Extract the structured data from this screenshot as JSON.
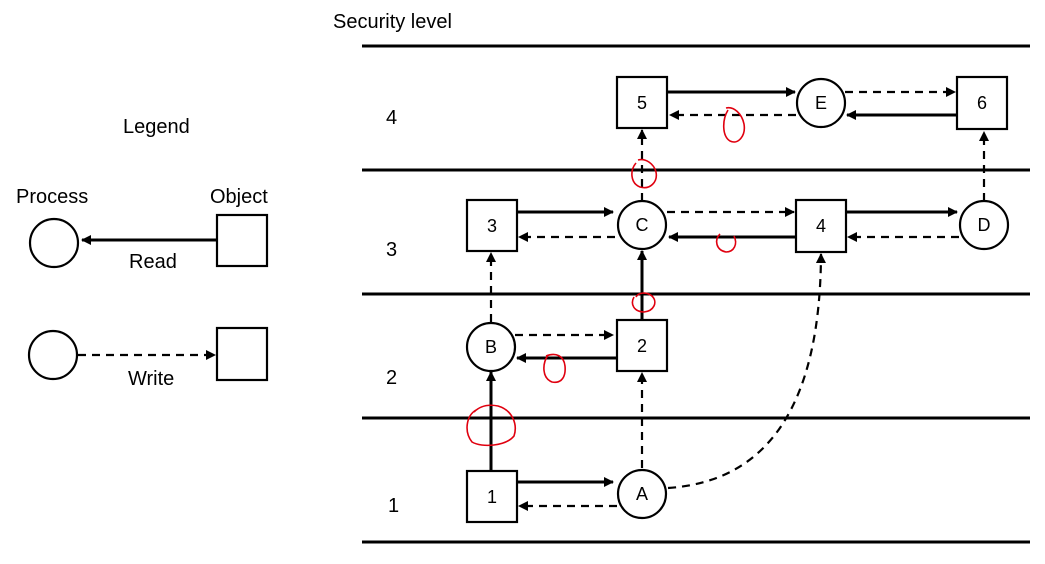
{
  "diagram": {
    "title": "Security level",
    "levels": [
      "4",
      "3",
      "2",
      "1"
    ],
    "legend": {
      "title": "Legend",
      "process_label": "Process",
      "object_label": "Object",
      "read_label": "Read",
      "write_label": "Write"
    },
    "nodes": {
      "obj1": "1",
      "obj2": "2",
      "obj3": "3",
      "obj4": "4",
      "obj5": "5",
      "obj6": "6",
      "procA": "A",
      "procB": "B",
      "procC": "C",
      "procD": "D",
      "procE": "E"
    },
    "annotation_color": "#e0000f"
  }
}
